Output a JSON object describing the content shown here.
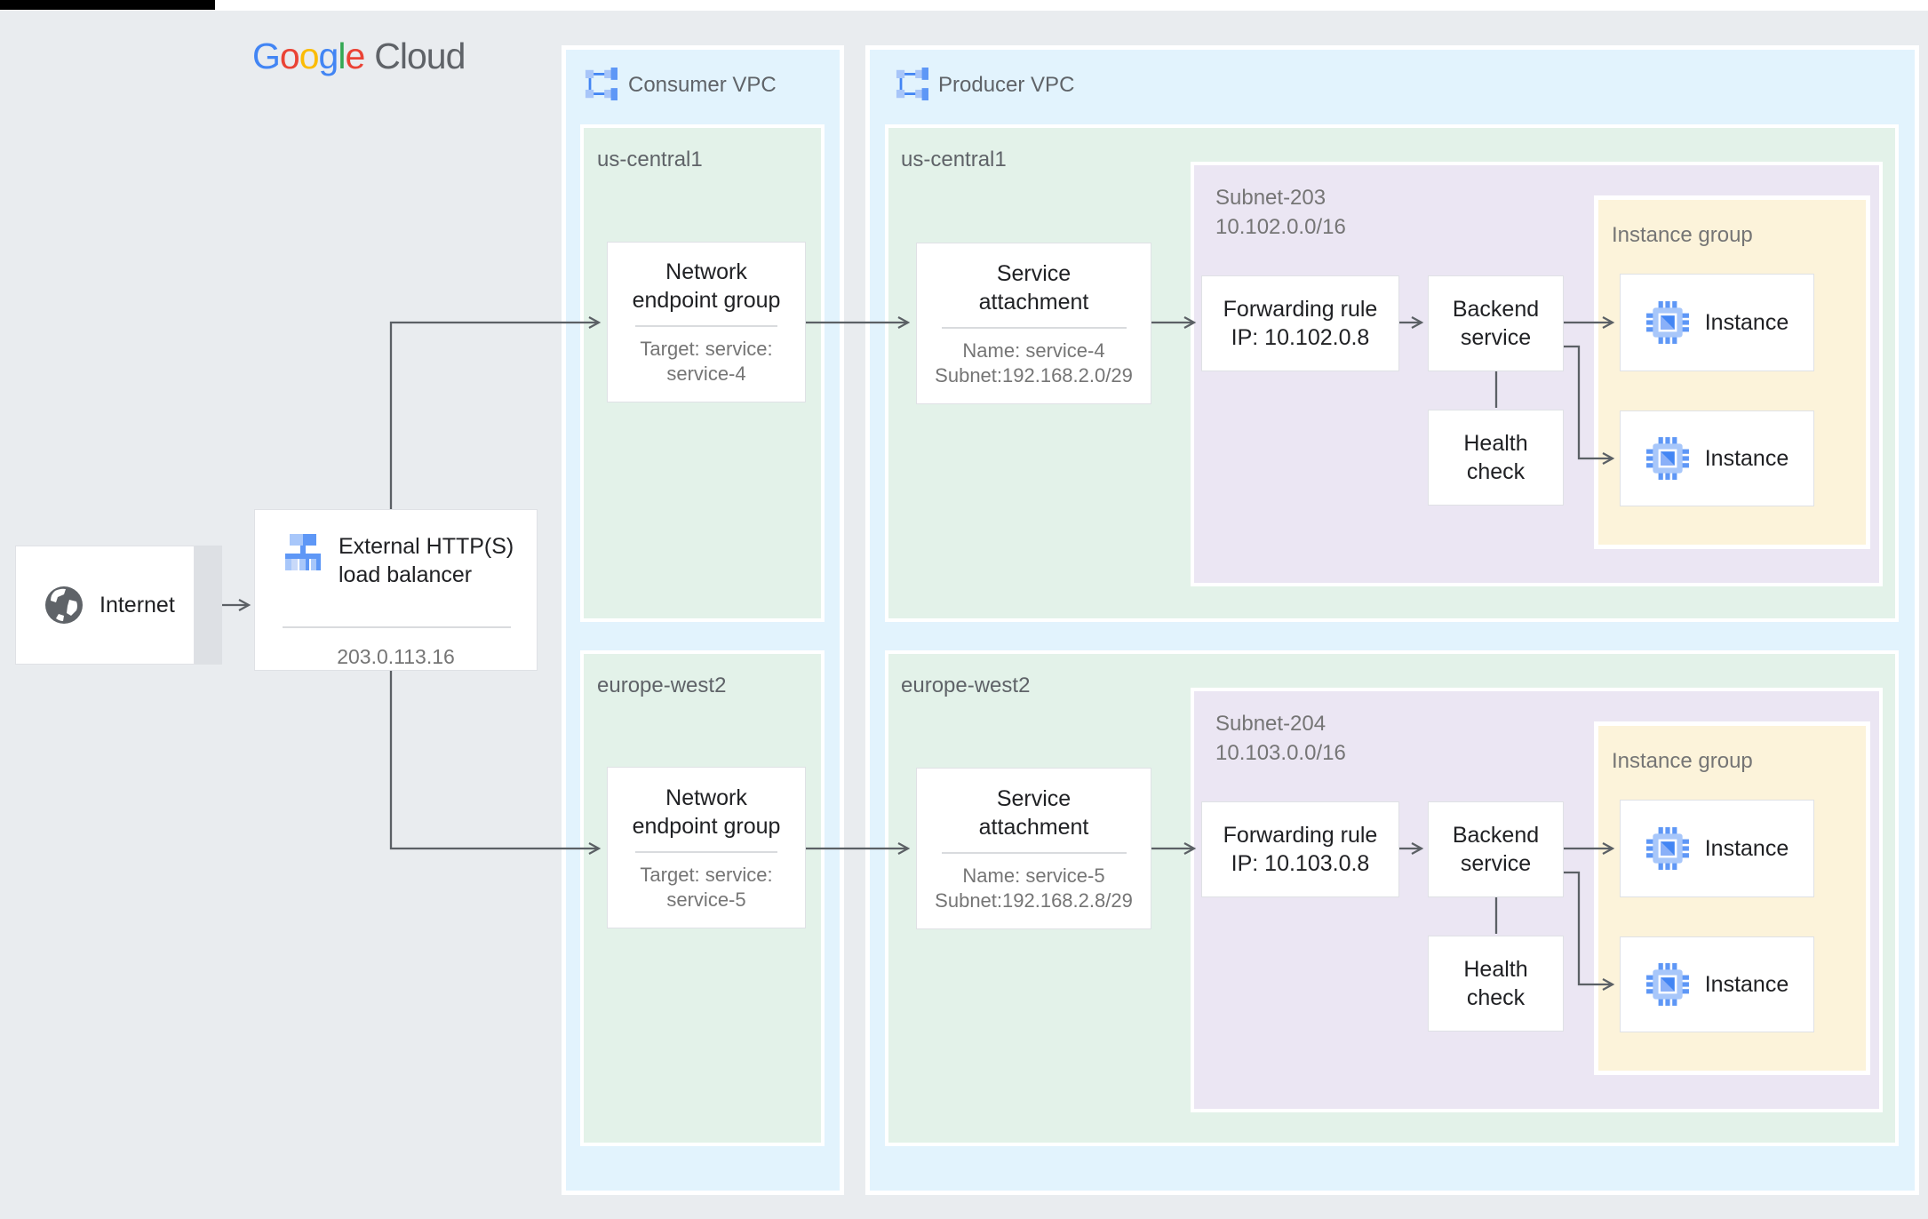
{
  "logo": {
    "letters": [
      {
        "ch": "G",
        "color": "#4285F4"
      },
      {
        "ch": "o",
        "color": "#EA4335"
      },
      {
        "ch": "o",
        "color": "#FBBC05"
      },
      {
        "ch": "g",
        "color": "#4285F4"
      },
      {
        "ch": "l",
        "color": "#34A853"
      },
      {
        "ch": "e",
        "color": "#EA4335"
      }
    ],
    "suffix": "Cloud"
  },
  "internet": {
    "label": "Internet"
  },
  "load_balancer": {
    "title": [
      "External HTTP(S)",
      "load balancer"
    ],
    "ip": "203.0.113.16"
  },
  "consumer_vpc": {
    "title": "Consumer VPC",
    "regions": [
      {
        "name": "us-central1",
        "neg": {
          "title": [
            "Network",
            "endpoint group"
          ],
          "target": [
            "Target: service:",
            "service-4"
          ]
        }
      },
      {
        "name": "europe-west2",
        "neg": {
          "title": [
            "Network",
            "endpoint group"
          ],
          "target": [
            "Target: service:",
            "service-5"
          ]
        }
      }
    ]
  },
  "producer_vpc": {
    "title": "Producer VPC",
    "regions": [
      {
        "name": "us-central1",
        "service_attachment": {
          "title": [
            "Service",
            "attachment"
          ],
          "details": [
            "Name: service-4",
            "Subnet:192.168.2.0/29"
          ]
        },
        "subnet": {
          "label": [
            "Subnet-203",
            "10.102.0.0/16"
          ],
          "forwarding_rule": [
            "Forwarding rule",
            "IP: 10.102.0.8"
          ],
          "backend_service": [
            "Backend",
            "service"
          ],
          "health_check": [
            "Health",
            "check"
          ],
          "instance_group": {
            "title": "Instance group",
            "instances": [
              "Instance",
              "Instance"
            ]
          }
        }
      },
      {
        "name": "europe-west2",
        "service_attachment": {
          "title": [
            "Service",
            "attachment"
          ],
          "details": [
            "Name: service-5",
            "Subnet:192.168.2.8/29"
          ]
        },
        "subnet": {
          "label": [
            "Subnet-204",
            "10.103.0.0/16"
          ],
          "forwarding_rule": [
            "Forwarding rule",
            "IP: 10.103.0.8"
          ],
          "backend_service": [
            "Backend",
            "service"
          ],
          "health_check": [
            "Health",
            "check"
          ],
          "instance_group": {
            "title": "Instance group",
            "instances": [
              "Instance",
              "Instance"
            ]
          }
        }
      }
    ]
  },
  "colors": {
    "canvas": "#e9ecef",
    "vpc_blue": "#e2f3fd",
    "region_green": "#e3f2e9",
    "subnet_purple": "#ebe6f3",
    "instance_group_yellow": "#fcf3da",
    "arrow": "#5b6065",
    "title_text": "#202124",
    "muted_text": "#757575",
    "icon_blue": "#5e97f6",
    "icon_light_blue": "#a8c7fa"
  }
}
